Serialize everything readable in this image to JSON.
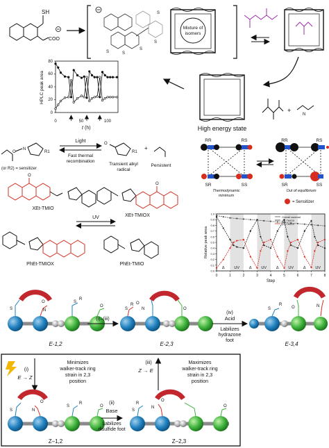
{
  "panel_a": {
    "mixture_label": "Mixture of isomers",
    "high_energy_label": "High energy state",
    "thiol_label": "SH",
    "carboxylate_label": "COO",
    "sulfur_label": "S",
    "plot": {
      "ylabel": "HPLC peak area",
      "xlabel_var": "t",
      "xlabel_unit": "(h)",
      "y_ticks": [
        "0",
        "20",
        "40",
        "60",
        "80"
      ],
      "x_ticks": [
        "0",
        "50",
        "100"
      ]
    }
  },
  "panel_b": {
    "light_label": "Light",
    "recombination_label": "Fast thermal recombination",
    "transient_label": "Transient alkyl radical",
    "persistent_label": "Persistent",
    "sensitizer_rule": "(or R2) = sensitizer",
    "r1_label": "R1",
    "xet_tmio": "XEt-TMIO",
    "xet_tmiox": "XEt-TMIOX",
    "uv_label": "UV",
    "phet_tmiox": "PhEt-TMIOX",
    "phet_tmio": "PhEt-TMIO",
    "states": [
      "RR",
      "RS",
      "SR",
      "SS"
    ],
    "thermo_label": "Thermodynamic minimum",
    "ooe_label": "Out of equilibrium",
    "sensitizer_legend": "= Sensitizer",
    "chart": {
      "ylabel": "Relative peak area",
      "xlabel": "Step",
      "legend": [
        "Overall racemat",
        "(S)-TMIOX",
        "(S)-TMIOX"
      ],
      "band_labels": [
        "Δ",
        "UV",
        "Δ",
        "UV",
        "Δ",
        "UV",
        "Δ",
        "UV"
      ]
    }
  },
  "panel_c": {
    "step_i_iii": "(i)–(iii)",
    "step_iv": "(iv)",
    "acid_label": "Acid",
    "labilizes_hydrazone": "Labilizes hydrazone foot",
    "e12": "E-1,2",
    "e23": "E-2,3",
    "e34": "E-3,4",
    "box_step_i": "(i)",
    "e_to_z": "E → Z",
    "minimizes_text": "Minimizes walker-track ring strain in 2,3 position",
    "box_step_iii": "(iii)",
    "z_to_e": "Z → E",
    "maximizes_text": "Maximizes walker-track ring strain in 2,3 position",
    "box_step_ii": "(ii)",
    "base_label": "Base",
    "labilizes_disulfide": "Labilizes disulfide foot",
    "z12": "Z–1,2",
    "z23": "Z–2,3",
    "atoms": {
      "s": "S",
      "o": "O",
      "n": "N",
      "r": "R"
    }
  },
  "chart_data": [
    {
      "type": "line",
      "title": "",
      "xlabel": "t (h)",
      "ylabel": "HPLC peak area",
      "xlim": [
        0,
        120
      ],
      "ylim": [
        0,
        80
      ],
      "series": [
        {
          "name": "",
          "x": [
            0,
            5,
            10,
            18,
            25,
            30,
            35,
            42,
            50,
            55,
            60,
            65,
            70,
            75,
            80,
            85,
            90,
            95,
            100,
            105,
            110,
            118
          ],
          "values": [
            76,
            70,
            62,
            56,
            55,
            24,
            66,
            58,
            54,
            56,
            23,
            64,
            58,
            55,
            55,
            24,
            63,
            58,
            55,
            55,
            55,
            55
          ]
        },
        {
          "name": "",
          "x": [
            0,
            5,
            10,
            18,
            25,
            30,
            35,
            42,
            50,
            55,
            60,
            65,
            70,
            75,
            80,
            85,
            90,
            95,
            100,
            105,
            110,
            118
          ],
          "values": [
            6,
            12,
            18,
            23,
            24,
            50,
            16,
            22,
            26,
            24,
            55,
            18,
            22,
            24,
            25,
            55,
            19,
            22,
            24,
            24,
            24,
            24
          ]
        }
      ]
    },
    {
      "type": "line",
      "title": "",
      "xlabel": "Step",
      "ylabel": "Relative peak area",
      "xlim": [
        0,
        8
      ],
      "ylim": [
        0,
        1
      ],
      "x_ticks": [
        0,
        1,
        2,
        3,
        4,
        5,
        6,
        7,
        8
      ],
      "y_ticks": [
        0,
        0.1,
        0.2,
        0.3,
        0.4,
        0.5,
        0.6,
        0.7,
        0.8,
        0.9,
        1.0
      ],
      "shaded_steps": [
        [
          1,
          2
        ],
        [
          3,
          4
        ],
        [
          5,
          6
        ],
        [
          7,
          8
        ]
      ],
      "series": [
        {
          "name": "Overall racemat",
          "color": "#555555",
          "x": [
            0,
            0.5,
            1,
            1.5,
            2,
            2.5,
            3,
            3.5,
            4,
            4.5,
            5,
            5.5,
            6,
            6.5,
            7,
            7.5,
            8
          ],
          "values": [
            0.97,
            0.95,
            0.93,
            0.92,
            0.91,
            0.9,
            0.89,
            0.88,
            0.87,
            0.86,
            0.85,
            0.84,
            0.83,
            0.82,
            0.81,
            0.8,
            0.79
          ]
        },
        {
          "name": "(S)-TMIOX",
          "color": "#222222",
          "x": [
            0,
            0.5,
            1,
            1.25,
            1.5,
            2,
            2.5,
            3,
            3.25,
            3.5,
            4,
            4.5,
            5,
            5.25,
            5.5,
            6,
            6.5,
            7,
            7.25,
            7.5,
            8
          ],
          "values": [
            0.95,
            0.75,
            0.55,
            0.45,
            0.42,
            0.4,
            0.7,
            0.9,
            0.6,
            0.45,
            0.4,
            0.7,
            0.9,
            0.6,
            0.45,
            0.4,
            0.7,
            0.88,
            0.6,
            0.45,
            0.4
          ]
        },
        {
          "name": "(S)-TMIOX",
          "color": "#d62d20",
          "x": [
            0,
            0.5,
            1,
            1.25,
            1.5,
            2,
            2.5,
            3,
            3.25,
            3.5,
            4,
            4.5,
            5,
            5.25,
            5.5,
            6,
            6.5,
            7,
            7.25,
            7.5,
            8
          ],
          "values": [
            0.05,
            0.2,
            0.4,
            0.5,
            0.53,
            0.55,
            0.25,
            0.05,
            0.35,
            0.5,
            0.55,
            0.25,
            0.05,
            0.35,
            0.5,
            0.55,
            0.25,
            0.06,
            0.35,
            0.5,
            0.55
          ]
        }
      ]
    }
  ]
}
